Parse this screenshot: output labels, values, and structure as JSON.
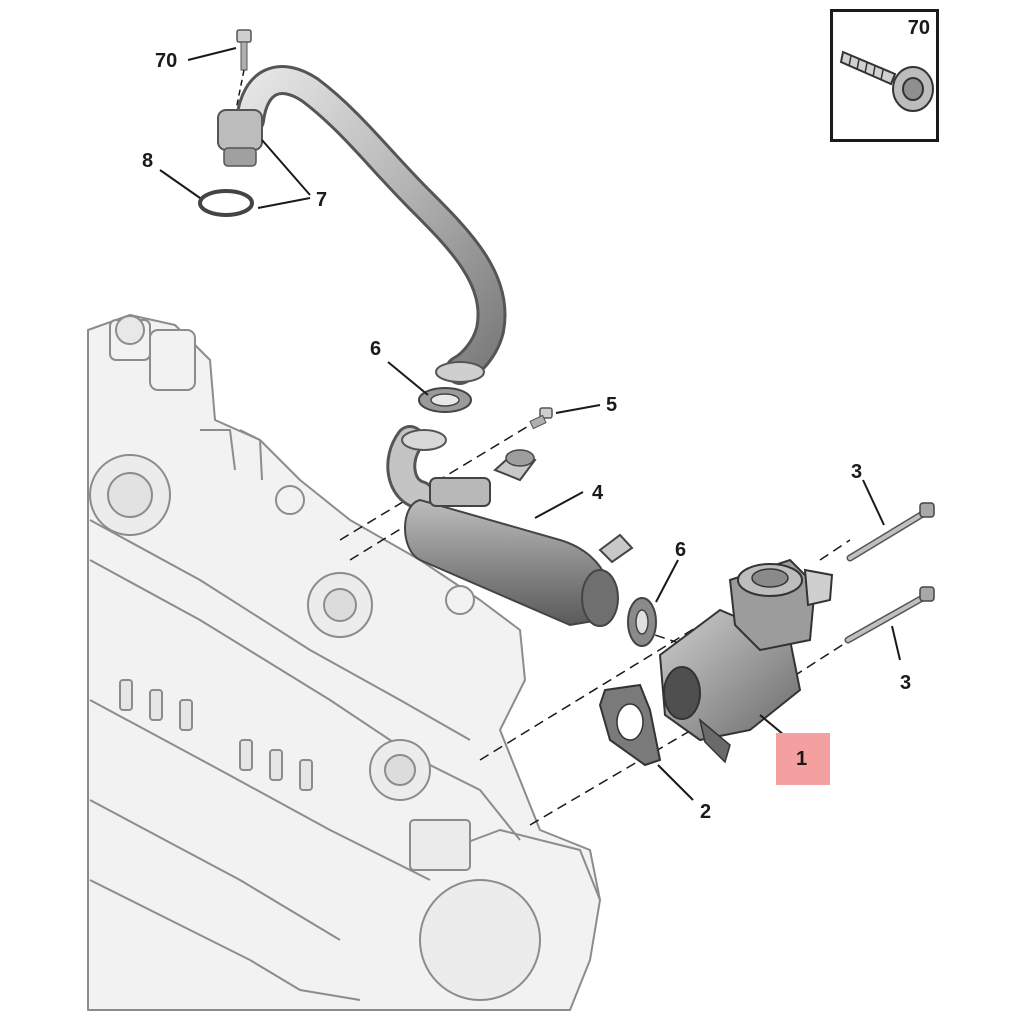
{
  "callouts": {
    "p1": "1",
    "p2": "2",
    "p3a": "3",
    "p3b": "3",
    "p4": "4",
    "p5": "5",
    "p6a": "6",
    "p6b": "6",
    "p7": "7",
    "p8": "8",
    "p70": "70",
    "legend": "70"
  },
  "colors": {
    "highlight": "#f4a0a0",
    "metal_light": "#d9d9d9",
    "metal_mid": "#a8a8a8",
    "metal_dark": "#6e6e6e",
    "engine_fill": "#f0f0f0",
    "engine_line": "#8c8c8c",
    "ink": "#1a1a1a"
  },
  "icons": {
    "legend": "screw-icon"
  }
}
